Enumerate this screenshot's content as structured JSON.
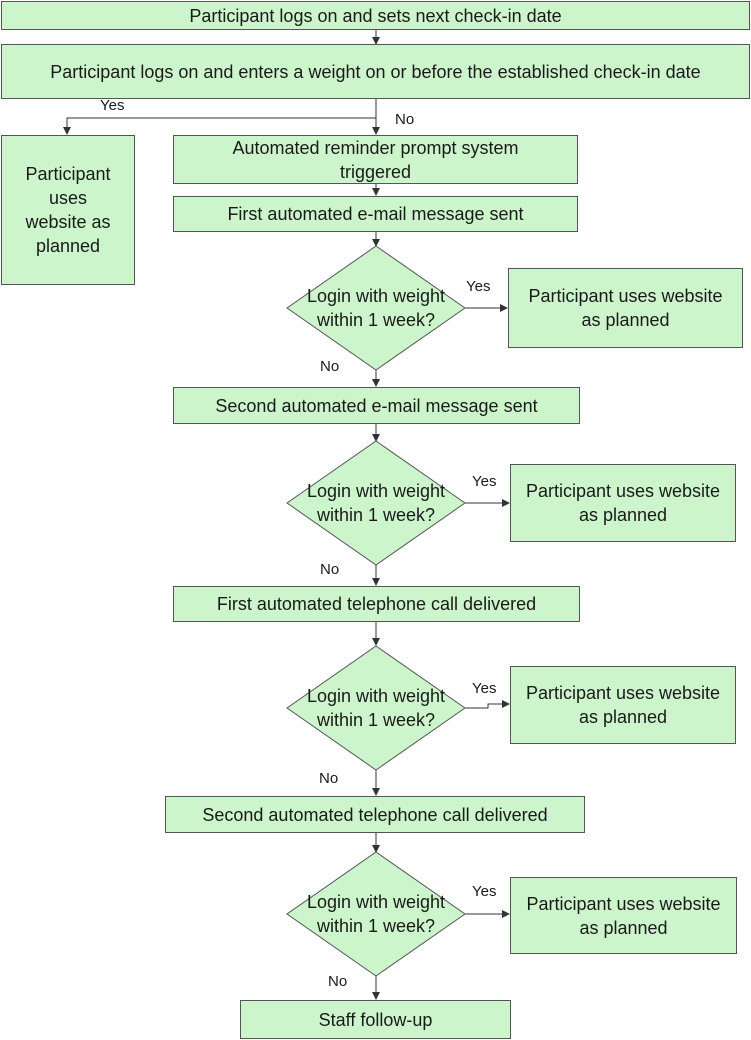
{
  "nodes": {
    "n1": "Participant logs on and sets next check-in date",
    "n2": "Participant logs on and enters a weight on or before the established check-in date",
    "n3_left": "Participant uses website as planned",
    "n4": "Automated reminder prompt system triggered",
    "n5": "First automated e-mail message sent",
    "d1": "Login with weight within 1 week?",
    "r1": "Participant uses website as planned",
    "n6": "Second automated e-mail message sent",
    "d2": "Login with weight within 1 week?",
    "r2": "Participant uses website as planned",
    "n7": "First automated telephone call delivered",
    "d3": "Login with weight within 1 week?",
    "r3": "Participant uses website as planned",
    "n8": "Second automated telephone call delivered",
    "d4": "Login with weight within 1 week?",
    "r4": "Participant uses website as planned",
    "n9": "Staff follow-up"
  },
  "labels": {
    "yes_top": "Yes",
    "no_top": "No",
    "yes1": "Yes",
    "no1": "No",
    "yes2": "Yes",
    "no2": "No",
    "yes3": "Yes",
    "no3": "No",
    "yes4": "Yes",
    "no4": "No"
  },
  "colors": {
    "fill": "#ccf5cc",
    "stroke": "#555555",
    "connector": "#333333"
  }
}
